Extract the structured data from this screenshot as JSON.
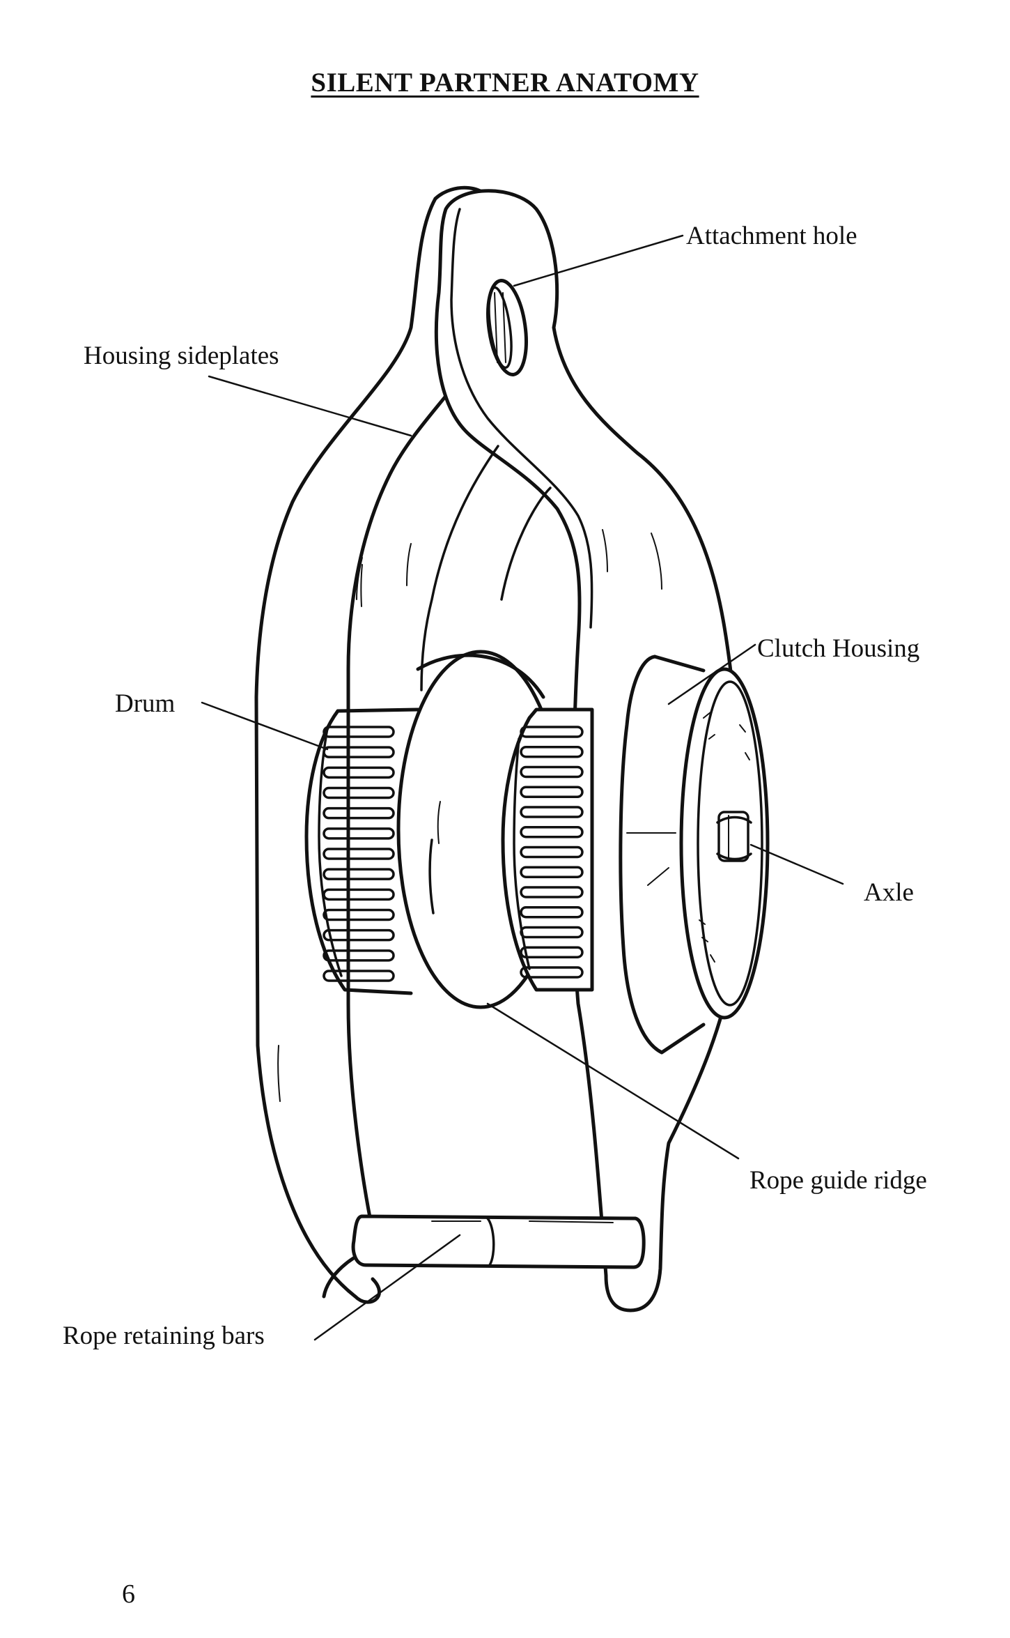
{
  "title": "SILENT PARTNER ANATOMY",
  "labels": {
    "attachment_hole": "Attachment hole",
    "housing_sideplates": "Housing sideplates",
    "clutch_housing": "Clutch Housing",
    "drum": "Drum",
    "axle": "Axle",
    "rope_guide_ridge": "Rope guide ridge",
    "rope_retaining_bars": "Rope retaining bars"
  },
  "page_number": "6",
  "colors": {
    "ink": "#111111",
    "paper": "#ffffff"
  }
}
